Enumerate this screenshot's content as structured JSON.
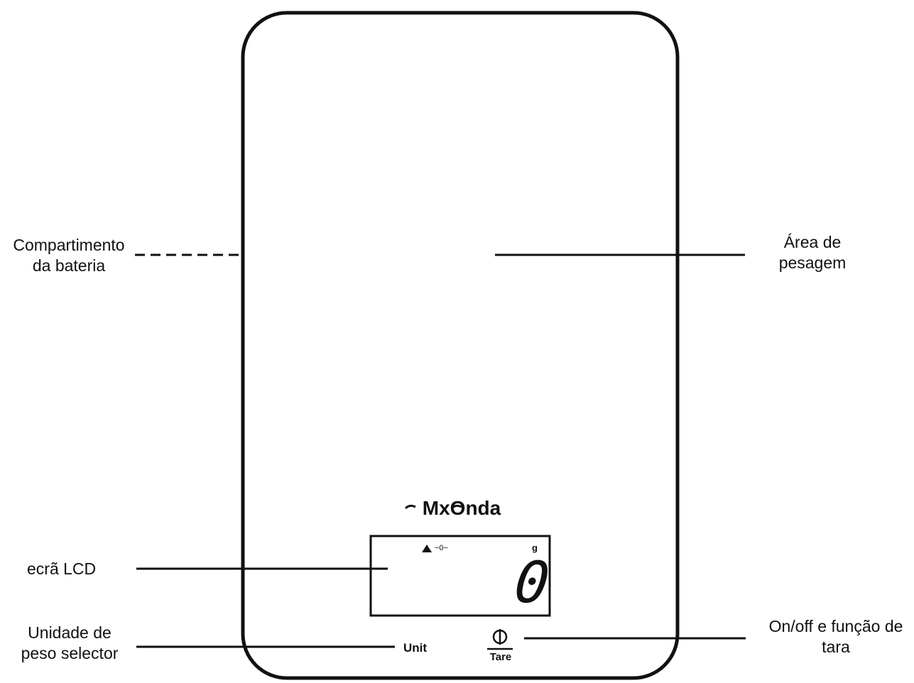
{
  "brand": {
    "name": "MxOnda"
  },
  "labels": {
    "battery": {
      "line1": "Compartimento",
      "line2": "da bateria"
    },
    "weighing_area": {
      "line1": "Área de",
      "line2": "pesagem"
    },
    "lcd": {
      "line1": "ecrã LCD"
    },
    "unit_selector": {
      "line1": "Unidade de",
      "line2": "peso selector"
    },
    "tare": {
      "line1": "On/off e função de",
      "line2": "tara"
    }
  },
  "display": {
    "value": "0",
    "unit": "g",
    "stability_mark": "−0−"
  },
  "buttons": {
    "unit_label": "Unit",
    "tare_label": "Tare"
  },
  "icons": {
    "power": "power-icon",
    "stability": "triangle-icon"
  },
  "colors": {
    "line": "#111111",
    "background": "#ffffff"
  }
}
